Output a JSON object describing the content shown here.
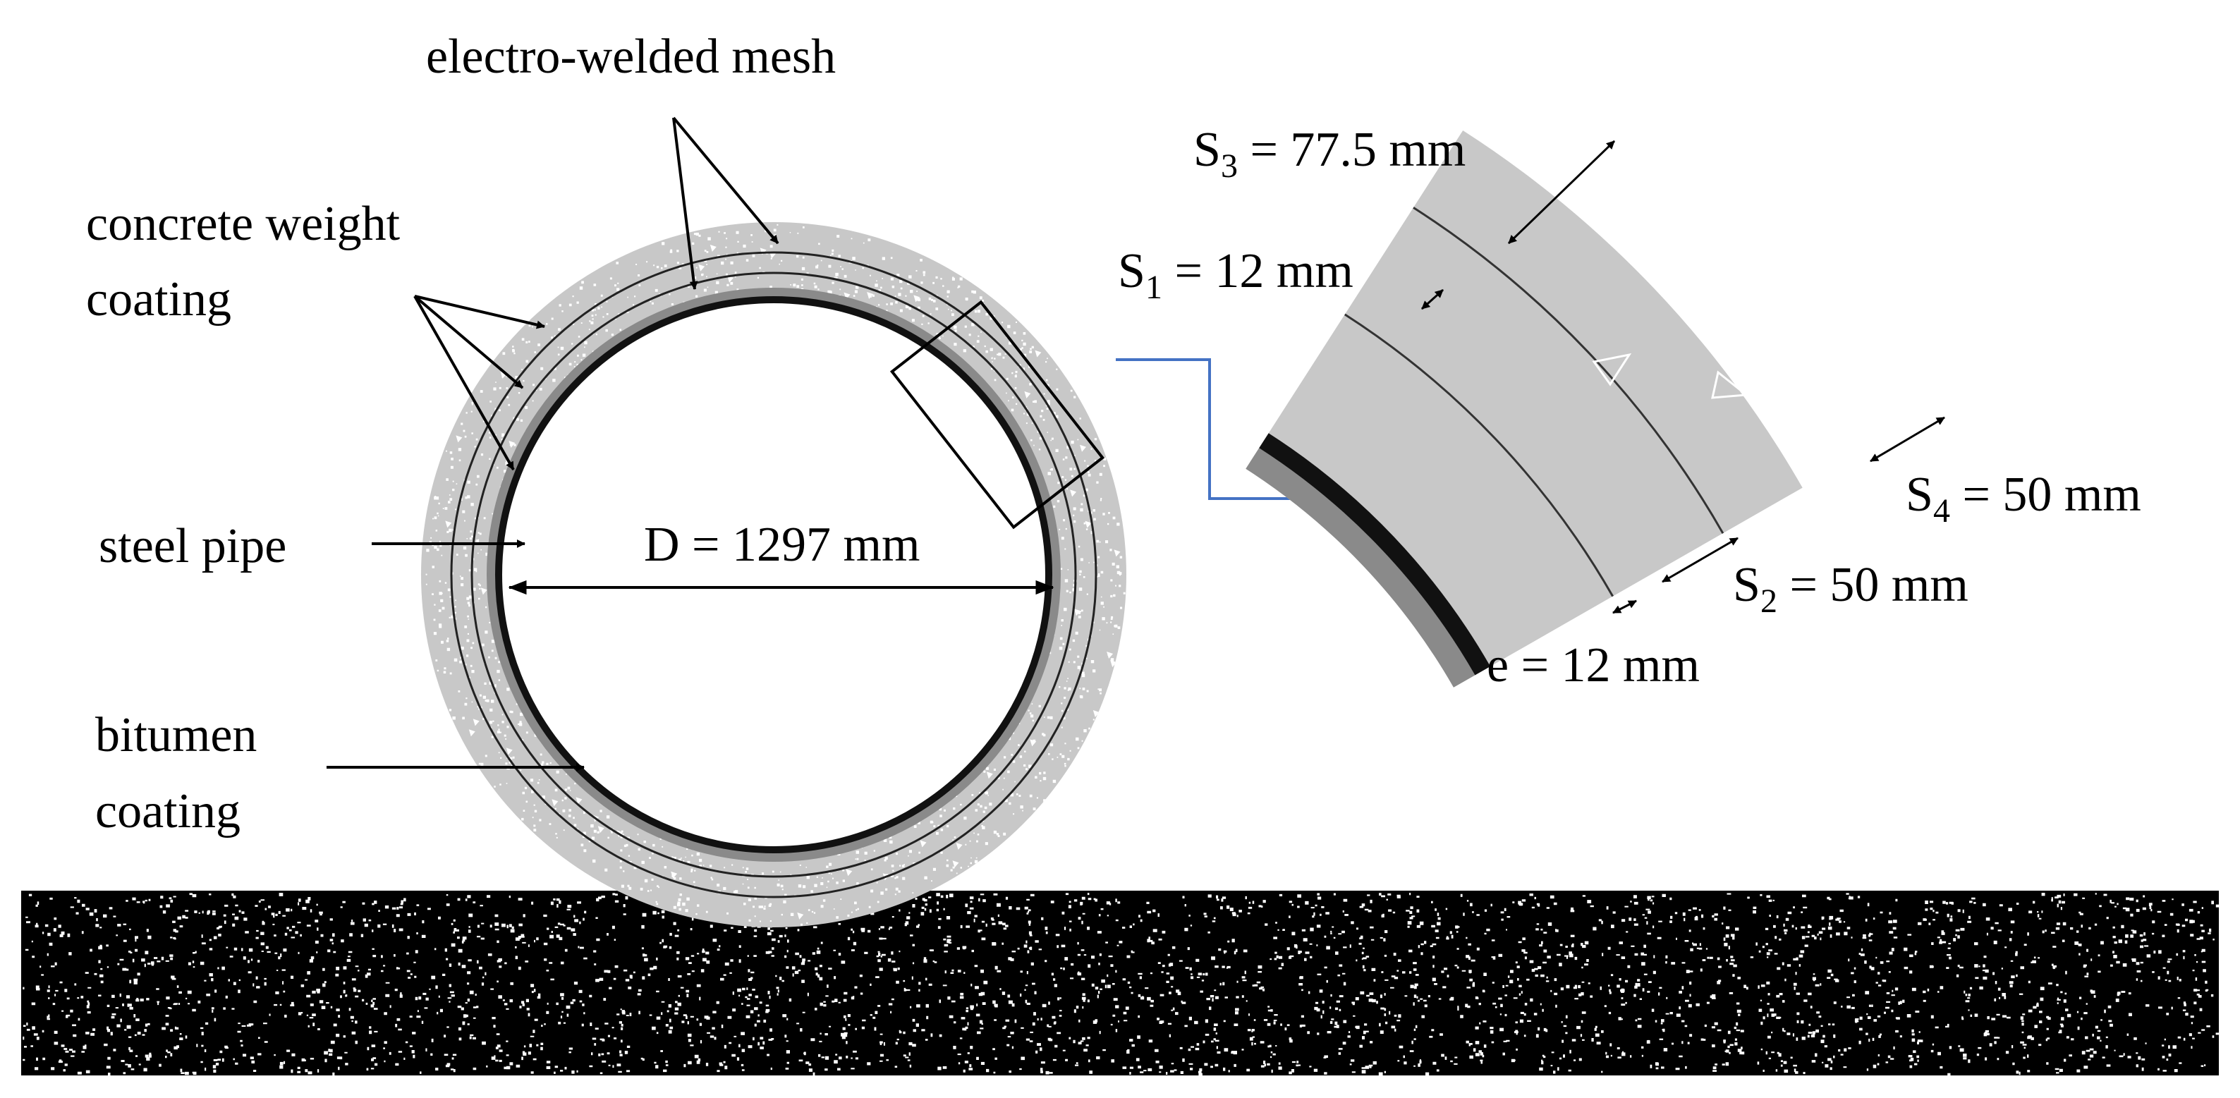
{
  "labels": {
    "mesh": "electro-welded mesh",
    "concrete_line1": "concrete weight",
    "concrete_line2": "coating",
    "steel": "steel pipe",
    "bitumen_line1": "bitumen",
    "bitumen_line2": "coating",
    "diameter": "D = 1297 mm"
  },
  "detail": {
    "s1": {
      "sym": "S",
      "sub": "1",
      "rest": " = 12 mm"
    },
    "s2": {
      "sym": "S",
      "sub": "2",
      "rest": " = 50 mm"
    },
    "s3": {
      "sym": "S",
      "sub": "3",
      "rest": " = 77.5 mm"
    },
    "s4": {
      "sym": "S",
      "sub": "4",
      "rest": " = 50 mm"
    },
    "e": "e = 12 mm"
  },
  "colors": {
    "concrete": "#c8c8c8",
    "bitumen": "#8a8a8a",
    "steel": "#111111",
    "ground": "#000000",
    "callout": "#4472c4"
  }
}
